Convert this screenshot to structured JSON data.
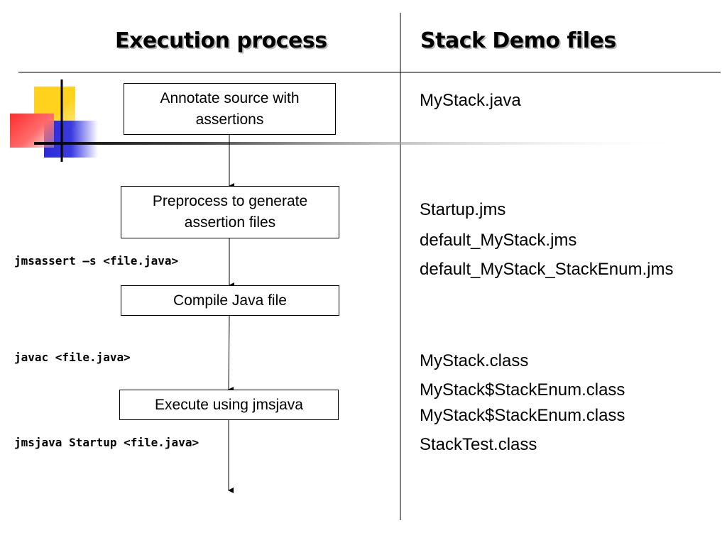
{
  "headings": {
    "left": "Execution process",
    "right": "Stack Demo files"
  },
  "steps": [
    {
      "label": "Annotate source with assertions"
    },
    {
      "label": "Preprocess to generate assertion files"
    },
    {
      "label": "Compile Java file"
    },
    {
      "label": "Execute using jmsjava"
    }
  ],
  "commands": [
    "jmsassert –s <file.java>",
    "javac <file.java>",
    "jmsjava Startup <file.java>"
  ],
  "files": [
    "MyStack.java",
    "Startup.jms",
    "default_MyStack.jms",
    "default_MyStack_StackEnum.jms",
    "MyStack.class",
    "MyStack$StackEnum.class",
    "MyStack$StackEnum.class",
    "StackTest.class"
  ],
  "colors": {
    "yellow": "#ffd21e",
    "red": "#ff3b3b",
    "blue": "#2b2bd6"
  }
}
